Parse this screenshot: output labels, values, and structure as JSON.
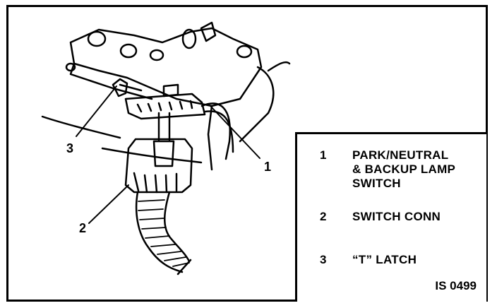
{
  "callouts": {
    "c1": "1",
    "c2": "2",
    "c3": "3"
  },
  "legend": [
    {
      "num": "1",
      "text": "PARK/NEUTRAL\n& BACKUP LAMP\nSWITCH"
    },
    {
      "num": "2",
      "text": "SWITCH CONN"
    },
    {
      "num": "3",
      "text": "“T” LATCH"
    }
  ],
  "figure_id": "IS 0499"
}
